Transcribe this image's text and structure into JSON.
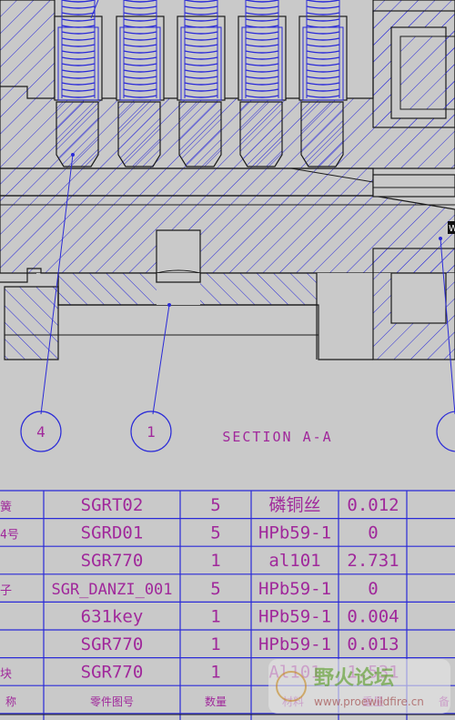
{
  "section_label": "SECTION A-A",
  "balloons": [
    "4",
    "1"
  ],
  "edge_tag": "W",
  "bom": {
    "rows": [
      {
        "name": "簧",
        "part_no": "SGRT02",
        "qty": "5",
        "material": "磷铜丝",
        "weight": "0.012"
      },
      {
        "name": "4号",
        "part_no": "SGRD01",
        "qty": "5",
        "material": "HPb59-1",
        "weight": "0"
      },
      {
        "name": "",
        "part_no": "SGR770",
        "qty": "1",
        "material": "al101",
        "weight": "2.731"
      },
      {
        "name": "子",
        "part_no": "SGR_DANZI_001",
        "qty": "5",
        "material": "HPb59-1",
        "weight": "0"
      },
      {
        "name": "",
        "part_no": "631key",
        "qty": "1",
        "material": "HPb59-1",
        "weight": "0.004"
      },
      {
        "name": "",
        "part_no": "SGR770",
        "qty": "1",
        "material": "HPb59-1",
        "weight": "0.013"
      },
      {
        "name": "块",
        "part_no": "SGR770",
        "qty": "1",
        "material": "Al101",
        "weight": "1.531"
      }
    ],
    "header": {
      "name": "称",
      "part_no": "零件图号",
      "qty": "数量",
      "material": "材料",
      "weight": "重量",
      "note": "备"
    }
  },
  "watermark": {
    "main": "野火论坛",
    "url": "www.proewildfire.cn"
  },
  "colors": {
    "background": "#c9c9c9",
    "line": "#1a1a1a",
    "hatch": "#2a2ad8",
    "text": "#a0289b",
    "leader": "#2a2ad8"
  }
}
